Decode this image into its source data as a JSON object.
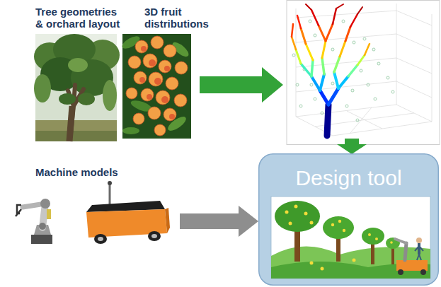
{
  "diagram": {
    "nodes": [
      {
        "text": [
          "Tree geometries & orchard layout"
        ]
      },
      {
        "text": [
          "3D fruit distributions"
        ]
      },
      {
        "text": [
          "Machine models"
        ]
      },
      {
        "text": [
          "Design tool"
        ]
      }
    ],
    "edges": [
      {
        "from": 2,
        "to": 3,
        "arrow": "to"
      }
    ]
  }
}
